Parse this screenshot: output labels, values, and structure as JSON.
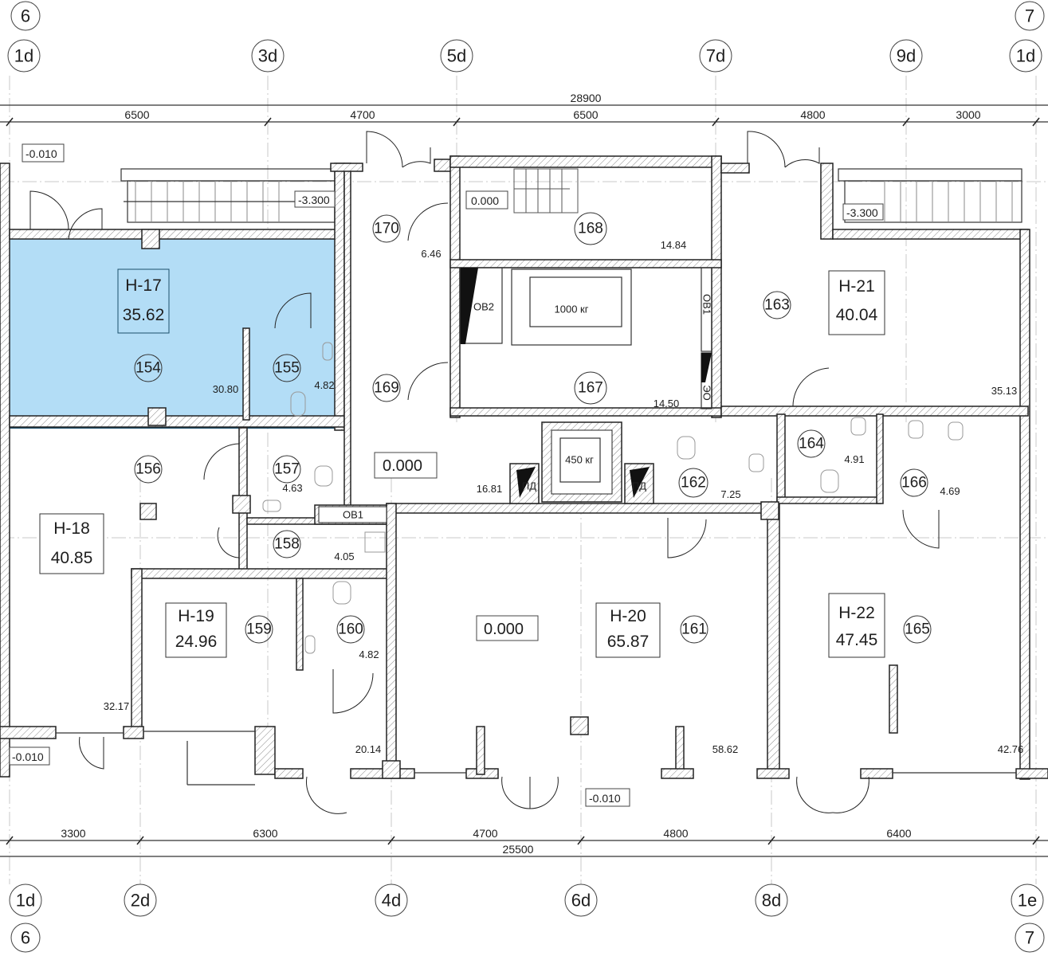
{
  "colors": {
    "highlight": "#b3ddf6",
    "highlight_stroke": "#1b4e6b",
    "wall": "#222222"
  },
  "axes": {
    "top_outer": [
      "6",
      "7"
    ],
    "top": [
      "1d",
      "3d",
      "5d",
      "7d",
      "9d",
      "1d"
    ],
    "bottom": [
      "1d",
      "2d",
      "4d",
      "6d",
      "8d",
      "1e"
    ],
    "bottom_outer": [
      "6",
      "7"
    ]
  },
  "dimensions": {
    "top_total": "28900",
    "top": [
      "6500",
      "4700",
      "6500",
      "4800",
      "3000"
    ],
    "bottom_total": "25500",
    "bottom": [
      "3300",
      "6300",
      "4700",
      "4800",
      "6400"
    ]
  },
  "levels": {
    "outside_top_left": "-0.010",
    "stair_left": "-3.300",
    "stair_right": "-3.300",
    "stair_core": "0.000",
    "corridor": "0.000",
    "unit_20": "0.000",
    "outside_bottom_left": "-0.010",
    "outside_bottom_center": "-0.010"
  },
  "apartments": [
    {
      "id": "Н-17",
      "area": "35.62",
      "highlighted": true
    },
    {
      "id": "Н-18",
      "area": "40.85"
    },
    {
      "id": "Н-19",
      "area": "24.96"
    },
    {
      "id": "Н-20",
      "area": "65.87"
    },
    {
      "id": "Н-21",
      "area": "40.04"
    },
    {
      "id": "Н-22",
      "area": "47.45"
    }
  ],
  "rooms": [
    {
      "number": "154",
      "area": "30.80"
    },
    {
      "number": "155",
      "area": "4.82"
    },
    {
      "number": "156",
      "area": "32.17"
    },
    {
      "number": "157",
      "area": "4.63"
    },
    {
      "number": "158",
      "area": "4.05"
    },
    {
      "number": "159",
      "area": "20.14"
    },
    {
      "number": "160",
      "area": "4.82"
    },
    {
      "number": "161",
      "area": "58.62"
    },
    {
      "number": "162",
      "area": "7.25"
    },
    {
      "number": "163",
      "area": "35.13"
    },
    {
      "number": "164",
      "area": "4.91"
    },
    {
      "number": "165",
      "area": "42.76"
    },
    {
      "number": "166",
      "area": "4.69"
    },
    {
      "number": "167",
      "area": "14.50"
    },
    {
      "number": "168",
      "area": "14.84"
    },
    {
      "number": "169",
      "area": "16.81"
    },
    {
      "number": "170",
      "area": "6.46"
    }
  ],
  "equipment": {
    "elevator_large": "1000 кг",
    "elevator_small": "450 кг",
    "shaft_ov2": "ОВ2",
    "shaft_ov1_core": "ОВ1",
    "shaft_eo": "ЭО",
    "shaft_ov1_lower": "ОВ1",
    "smoke_left": "ПД",
    "smoke_right": "ПД"
  }
}
